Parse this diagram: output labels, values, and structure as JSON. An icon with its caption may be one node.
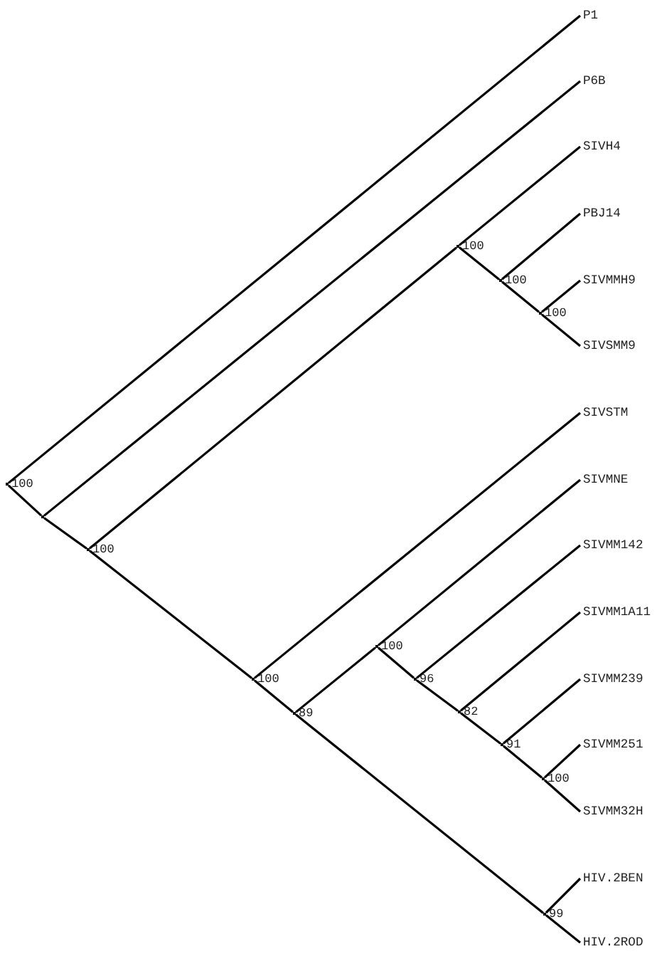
{
  "diagram": {
    "nodes": [
      {
        "text": [
          "P1"
        ]
      },
      {
        "text": [
          "P6B"
        ]
      },
      {
        "text": [
          "SIVH4"
        ]
      },
      {
        "text": [
          "PBJ14"
        ]
      },
      {
        "text": [
          "SIVMMH9"
        ]
      },
      {
        "text": [
          "SIVSMM9"
        ]
      },
      {
        "text": [
          "SIVSTM"
        ]
      },
      {
        "text": [
          "SIVMNE"
        ]
      },
      {
        "text": [
          "SIVMM142"
        ]
      },
      {
        "text": [
          "SIVMM1A11"
        ]
      },
      {
        "text": [
          "SIVMM239"
        ]
      },
      {
        "text": [
          "SIVMM251"
        ]
      },
      {
        "text": [
          "SIVMM32H"
        ]
      },
      {
        "text": [
          "HIV.2BEN"
        ]
      },
      {
        "text": [
          "HIV.2ROD"
        ]
      },
      {
        "text": [],
        "shape": "point",
        "beside": [
          "100"
        ]
      },
      {
        "text": [],
        "shape": "point"
      },
      {
        "text": [],
        "shape": "point",
        "beside": [
          "100"
        ]
      },
      {
        "text": [],
        "shape": "point",
        "beside": [
          "100"
        ]
      },
      {
        "text": [],
        "shape": "point",
        "beside": [
          "89"
        ]
      },
      {
        "text": [],
        "shape": "point",
        "beside": [
          "100"
        ]
      },
      {
        "text": [],
        "shape": "point",
        "beside": [
          "96"
        ]
      },
      {
        "text": [],
        "shape": "point",
        "beside": [
          "100"
        ]
      },
      {
        "text": [],
        "shape": "point",
        "beside": [
          "82"
        ]
      },
      {
        "text": [],
        "shape": "point",
        "beside": [
          "100"
        ]
      },
      {
        "text": [],
        "shape": "point",
        "beside": [
          "91"
        ]
      },
      {
        "text": [],
        "shape": "point",
        "beside": [
          "100"
        ]
      },
      {
        "text": [],
        "shape": "point",
        "beside": [
          "100"
        ]
      },
      {
        "text": [],
        "shape": "point",
        "beside": [
          "99"
        ]
      }
    ],
    "edges": [
      {
        "from": 15,
        "to": 0,
        "arrow": "none"
      },
      {
        "from": 15,
        "to": 16,
        "arrow": "none"
      },
      {
        "from": 16,
        "to": 1,
        "arrow": "none"
      },
      {
        "from": 16,
        "to": 17,
        "arrow": "none"
      },
      {
        "from": 17,
        "to": 22,
        "arrow": "none"
      },
      {
        "from": 17,
        "to": 18,
        "arrow": "none"
      },
      {
        "from": 22,
        "to": 2,
        "arrow": "none"
      },
      {
        "from": 22,
        "to": 24,
        "arrow": "none"
      },
      {
        "from": 24,
        "to": 3,
        "arrow": "none"
      },
      {
        "from": 24,
        "to": 26,
        "arrow": "none"
      },
      {
        "from": 26,
        "to": 4,
        "arrow": "none"
      },
      {
        "from": 26,
        "to": 5,
        "arrow": "none"
      },
      {
        "from": 18,
        "to": 6,
        "arrow": "none"
      },
      {
        "from": 18,
        "to": 19,
        "arrow": "none"
      },
      {
        "from": 19,
        "to": 20,
        "arrow": "none"
      },
      {
        "from": 19,
        "to": 28,
        "arrow": "none"
      },
      {
        "from": 20,
        "to": 7,
        "arrow": "none"
      },
      {
        "from": 20,
        "to": 21,
        "arrow": "none"
      },
      {
        "from": 21,
        "to": 8,
        "arrow": "none"
      },
      {
        "from": 21,
        "to": 23,
        "arrow": "none"
      },
      {
        "from": 23,
        "to": 9,
        "arrow": "none"
      },
      {
        "from": 23,
        "to": 25,
        "arrow": "none"
      },
      {
        "from": 25,
        "to": 10,
        "arrow": "none"
      },
      {
        "from": 25,
        "to": 27,
        "arrow": "none"
      },
      {
        "from": 27,
        "to": 11,
        "arrow": "none"
      },
      {
        "from": 27,
        "to": 12,
        "arrow": "none"
      },
      {
        "from": 28,
        "to": 13,
        "arrow": "none"
      },
      {
        "from": 28,
        "to": 14,
        "arrow": "none"
      }
    ]
  }
}
